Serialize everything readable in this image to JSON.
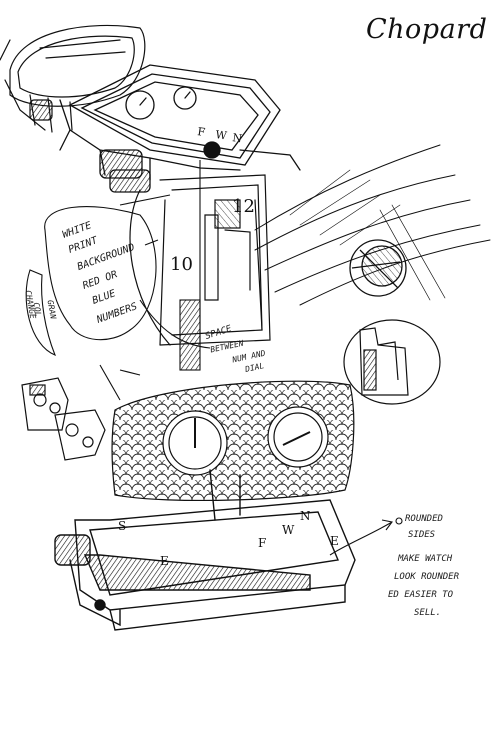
{
  "brand": {
    "name": "Chopard"
  },
  "notes": {
    "white_print": "WHITE",
    "print_bg_1": "PRINT",
    "print_bg_2": "BACKGROUND",
    "red_or": "RED OR",
    "blue": "BLUE",
    "numbers": "NUMBERS",
    "left_vert_1": "CHANGE",
    "left_vert_2": "COL",
    "left_vert_3": "GRAN",
    "space_1": "SPACE",
    "space_2": "BETWEEN",
    "space_3": "NUM AND",
    "space_4": "DIAL",
    "rounded_1": "ROUNDED",
    "rounded_2": "SIDES",
    "rounded_3": "MAKE WATCH",
    "rounded_4": "LOOK ROUNDER",
    "rounded_5": "ED EASIER TO",
    "rounded_6": "SELL."
  },
  "dial_numerals": {
    "twelve": "12",
    "ten": "10"
  },
  "bezel_letters": [
    "F",
    "W",
    "N"
  ],
  "bottom_letters": [
    "S",
    "E",
    "F",
    "W",
    "N",
    "E"
  ],
  "colors": {
    "ink": "#111111",
    "paper": "#ffffff"
  }
}
